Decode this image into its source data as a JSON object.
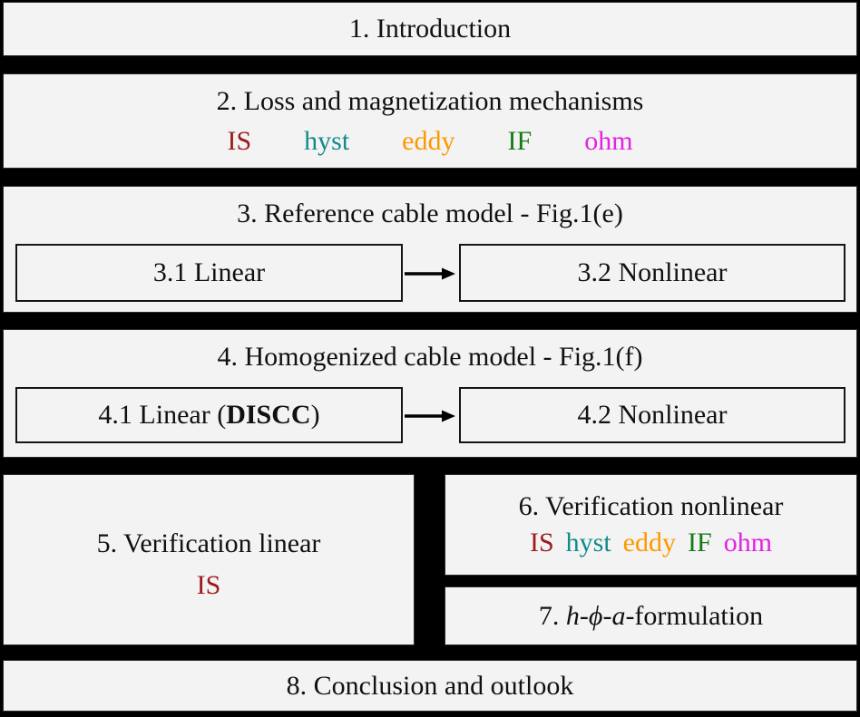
{
  "colors": {
    "background": "#000000",
    "box_bg": "#f3f3f3",
    "text": "#111111",
    "is": "#9E1A1A",
    "hyst": "#128B8B",
    "eddy": "#FF9800",
    "if": "#157A15",
    "ohm": "#E222E2"
  },
  "sections": {
    "s1": {
      "title": "1. Introduction"
    },
    "s2": {
      "title": "2. Loss and magnetization mechanisms",
      "labels": [
        {
          "text": "IS",
          "color": "is"
        },
        {
          "text": "hyst",
          "color": "hyst"
        },
        {
          "text": "eddy",
          "color": "eddy"
        },
        {
          "text": "IF",
          "color": "if"
        },
        {
          "text": "ohm",
          "color": "ohm"
        }
      ]
    },
    "s3": {
      "title": "3. Reference cable model - Fig.1(e)",
      "left_box": "3.1 Linear",
      "right_box": "3.2 Nonlinear"
    },
    "s4": {
      "title": "4. Homogenized cable model - Fig.1(f)",
      "left_box_prefix": "4.1 Linear (",
      "left_box_bold": "DISCC",
      "left_box_suffix": ")",
      "right_box": "4.2 Nonlinear"
    },
    "s5": {
      "title": "5. Verification linear",
      "labels": [
        {
          "text": "IS",
          "color": "is"
        }
      ]
    },
    "s6": {
      "title": "6. Verification nonlinear",
      "labels": [
        {
          "text": "IS",
          "color": "is"
        },
        {
          "text": "hyst",
          "color": "hyst"
        },
        {
          "text": "eddy",
          "color": "eddy"
        },
        {
          "text": "IF",
          "color": "if"
        },
        {
          "text": "ohm",
          "color": "ohm"
        }
      ]
    },
    "s7": {
      "num": "7. ",
      "h": "h",
      "dash1": "-",
      "phi": "ϕ",
      "dash2": "-",
      "a": "a",
      "suffix": "-formulation"
    },
    "s8": {
      "title": "8. Conclusion and outlook"
    }
  }
}
